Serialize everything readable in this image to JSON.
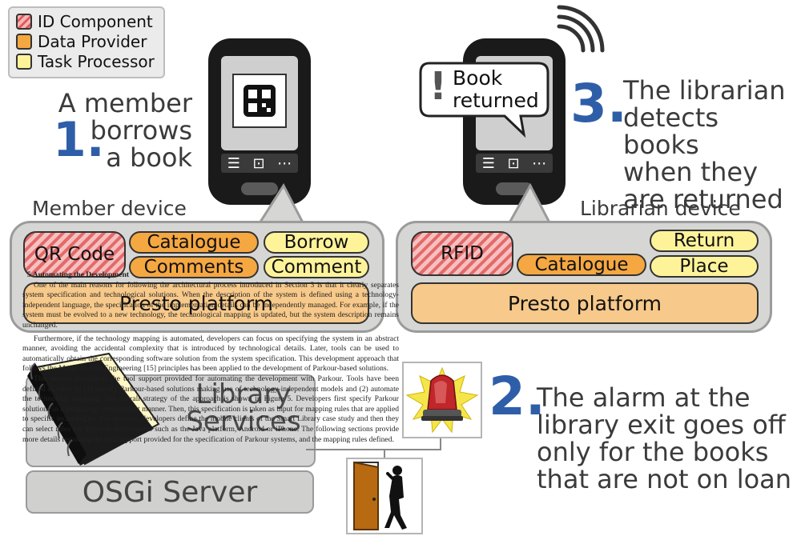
{
  "legend": {
    "items": [
      {
        "label": "ID Component",
        "color": "#e05858"
      },
      {
        "label": "Data Provider",
        "color": "#f5a742"
      },
      {
        "label": "Task Processor",
        "color": "#fff39a"
      }
    ]
  },
  "step1": {
    "number": "1.",
    "lines": [
      "A member",
      "borrows",
      "a book"
    ]
  },
  "step2": {
    "number": "2.",
    "lines": [
      "The alarm at the",
      "library exit goes off",
      "only for the books",
      "that are not on loan"
    ]
  },
  "step3": {
    "number": "3.",
    "lines": [
      "The librarian",
      "detects books",
      "when they",
      "are returned"
    ]
  },
  "notification": {
    "lines": [
      "Book",
      "returned"
    ],
    "icon": "!"
  },
  "member_device": {
    "label": "Member device",
    "id_component": "QR Code",
    "data_providers": [
      "Catalogue",
      "Comments"
    ],
    "task_processors": [
      "Borrow",
      "Comment"
    ],
    "platform": "Presto platform"
  },
  "librarian_device": {
    "label": "Librarian device",
    "id_component": "RFID",
    "data_providers": [
      "Catalogue"
    ],
    "task_processors": [
      "Return",
      "Place"
    ],
    "platform": "Presto platform"
  },
  "server": {
    "library_services": [
      "Library",
      "Services"
    ],
    "osgi": "OSGi Server"
  },
  "document": {
    "heading": "5 Automating the Development",
    "paragraphs": [
      "One of the main reasons for following the architectural process introduced in Section 3 is that it clearly separates system specification and technological solutions. When the description of the system is defined using a technology-independent language, the specification of the implementation details can be independently managed. For example, if the system must be evolved to a new technology, the technological mapping is updated, but the system description remains unchanged.",
      "Furthermore, if the technology mapping is automated, developers can focus on specifying the system in an abstract manner, avoiding the accidental complexity that is introduced by technological details. Later, tools can be used to automatically obtain the corresponding software solution from the system specification. This development approach that follows the Model Driven Engineering [15] principles has been applied to the development of Parkour-based solutions.",
      "This section introduces the tool support provided for automating the development with Parkour. Tools have been defined in order to (1) specify Parkour-based solutions making use of technology-independent models and (2) automate the technology mapping. The overall strategy of the approach is shown in Figure 5. Developers first specify Parkour solutions in a technology-independent manner. Then, this specification is taken as input for mapping rules that are applied to specific technologies. For instance, developers define the mobile clients of the Smart Library case study and then they can select rules for different technologies such as the Java platform, Android or iPhone. The following sections provide more details regarding the tool support provided for the specification of Parkour systems, and the mapping rules defined."
    ]
  },
  "icons": [
    "qr-code-icon",
    "menu-icon",
    "nfc-icon",
    "more-icon",
    "wifi-signal-icon",
    "alarm-light-icon",
    "exit-door-icon",
    "person-icon",
    "book-icon"
  ]
}
